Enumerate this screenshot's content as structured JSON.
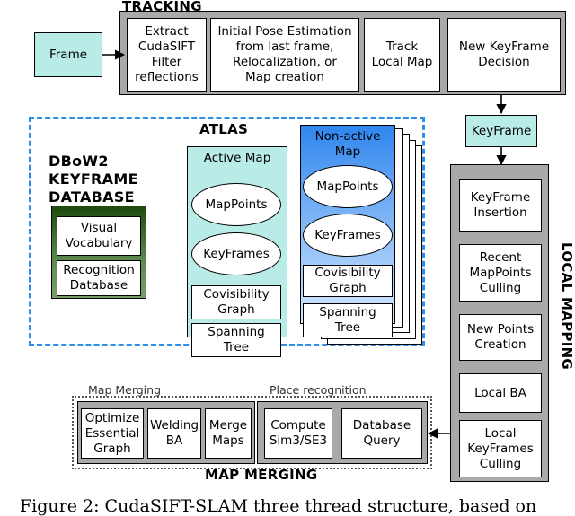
{
  "tracking": {
    "title": "TRACKING",
    "frame": "Frame",
    "extract": "Extract\nCudaSIFT\nFilter\nreflections",
    "pose": "Initial Pose Estimation\nfrom last frame,\nRelocalization, or\nMap creation",
    "track": "Track\nLocal Map",
    "decision": "New KeyFrame\nDecision"
  },
  "keyframe_label": "KeyFrame",
  "atlas": {
    "title": "ATLAS",
    "dbow": "DBoW2\nKEYFRAME\nDATABASE",
    "visual_vocabulary": "Visual\nVocabulary",
    "recognition_database": "Recognition\nDatabase",
    "active_map": {
      "title": "Active Map",
      "mappoints": "MapPoints",
      "keyframes": "KeyFrames",
      "covisibility": "Covisibility\nGraph",
      "spanning": "Spanning\nTree"
    },
    "nonactive_map": {
      "title": "Non-active\nMap",
      "mappoints": "MapPoints",
      "keyframes": "KeyFrames",
      "covisibility": "Covisibility\nGraph",
      "spanning": "Spanning\nTree"
    }
  },
  "local_mapping": {
    "title": "LOCAL MAPPING",
    "insertion": "KeyFrame\nInsertion",
    "culling": "Recent\nMapPoints\nCulling",
    "creation": "New Points\nCreation",
    "ba": "Local BA",
    "kf_culling": "Local\nKeyFrames\nCulling"
  },
  "map_merging": {
    "title": "MAP MERGING",
    "merging_section": "Map Merging",
    "place_section": "Place recognition",
    "optimize": "Optimize\nEssential\nGraph",
    "welding": "Welding\nBA",
    "merge": "Merge\nMaps",
    "sim3": "Compute\nSim3/SE3",
    "query": "Database\nQuery"
  },
  "caption": "Figure 2: CudaSIFT-SLAM three thread structure, based on"
}
